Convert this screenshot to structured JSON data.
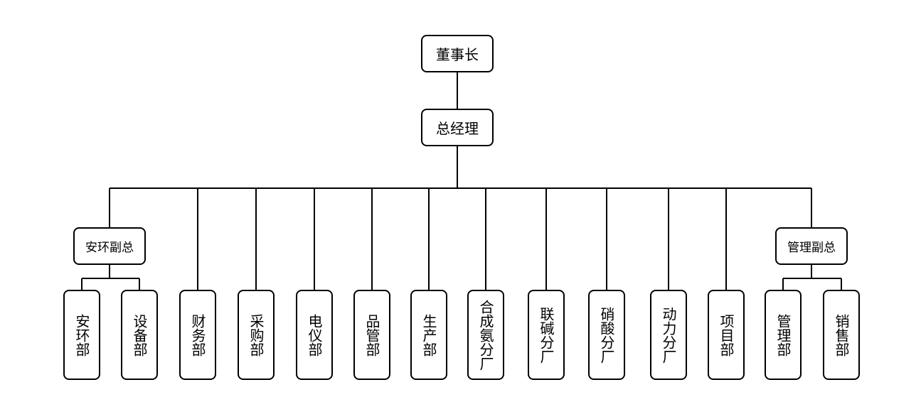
{
  "chairman": "董事长",
  "general_manager": "总经理",
  "vp_left": "安环副总",
  "vp_right": "管理副总",
  "departments": [
    "安环部",
    "设备部",
    "财务部",
    "采购部",
    "电仪部",
    "品管部",
    "生产部",
    "合成氨分厂",
    "联碱分厂",
    "硝酸分厂",
    "动力分厂",
    "项目部",
    "管理部",
    "销售部"
  ]
}
